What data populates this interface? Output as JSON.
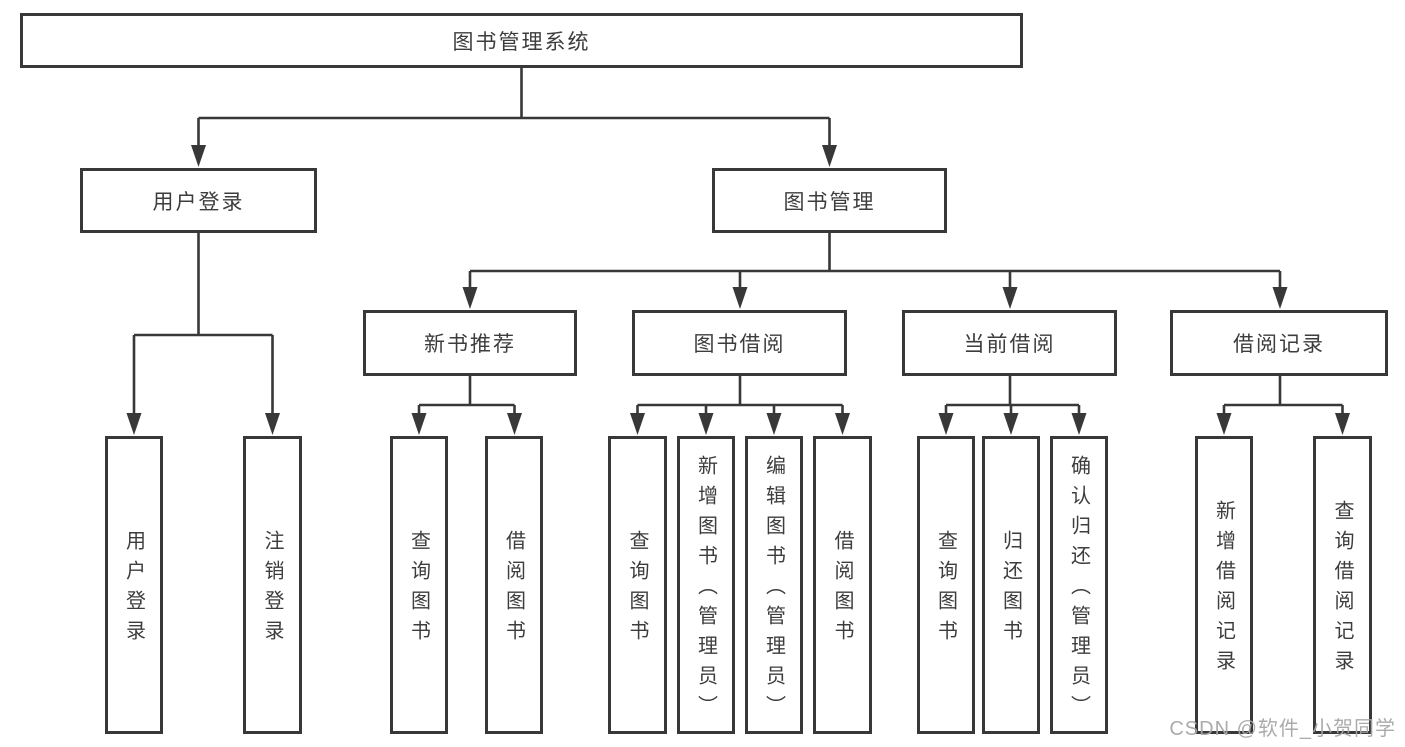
{
  "colors": {
    "line": "#383838",
    "text": "#3d3d3d",
    "watermark": "#a7a7a7"
  },
  "root": {
    "label": "图书管理系统"
  },
  "user_login": {
    "label": "用户登录",
    "children": [
      {
        "label": "用户登录"
      },
      {
        "label": "注销登录"
      }
    ]
  },
  "book_mgmt": {
    "label": "图书管理",
    "sections": [
      {
        "label": "新书推荐",
        "children": [
          {
            "label": "查询图书"
          },
          {
            "label": "借阅图书"
          }
        ]
      },
      {
        "label": "图书借阅",
        "children": [
          {
            "label": "查询图书"
          },
          {
            "label": "新增图书（管理员）"
          },
          {
            "label": "编辑图书（管理员）"
          },
          {
            "label": "借阅图书"
          }
        ]
      },
      {
        "label": "当前借阅",
        "children": [
          {
            "label": "查询图书"
          },
          {
            "label": "归还图书"
          },
          {
            "label": "确认归还（管理员）"
          }
        ]
      },
      {
        "label": "借阅记录",
        "children": [
          {
            "label": "新增借阅记录"
          },
          {
            "label": "查询借阅记录"
          }
        ]
      }
    ]
  },
  "watermark": {
    "text": "CSDN @软件_小贺同学"
  }
}
